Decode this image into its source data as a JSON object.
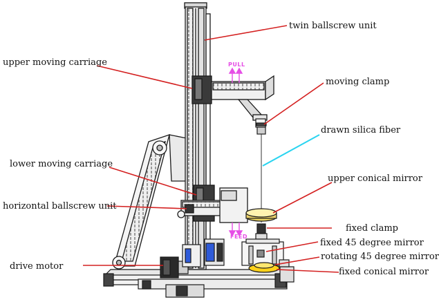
{
  "labels": {
    "twin_ballscrew_unit": "twin ballscrew unit",
    "upper_moving_carriage": "upper moving carriage",
    "moving_clamp": "moving clamp",
    "drawn_silica_fiber": "drawn silica fiber",
    "lower_moving_carriage": "lower moving carriage",
    "upper_conical_mirror": "upper conical mirror",
    "horizontal_ballscrew_unit": "horizontal ballscrew unit",
    "fixed_clamp": "fixed clamp",
    "fixed_45_degree_mirror": "fixed 45 degree mirror",
    "drive_motor": "drive motor",
    "rotating_45_degree_mirror": "rotating 45 degree mirror",
    "fixed_conical_mirror": "fixed conical mirror"
  },
  "motion": {
    "pull": "PULL",
    "feed": "FEED"
  },
  "colors": {
    "leader_line": "#d42020",
    "fiber_pointer": "#2ad4f0",
    "motion_arrow": "#e64ee6",
    "mirror_yellow": "#ffd21a",
    "frame_fill": "#f4f4f4",
    "outline": "#1a1a1a"
  }
}
